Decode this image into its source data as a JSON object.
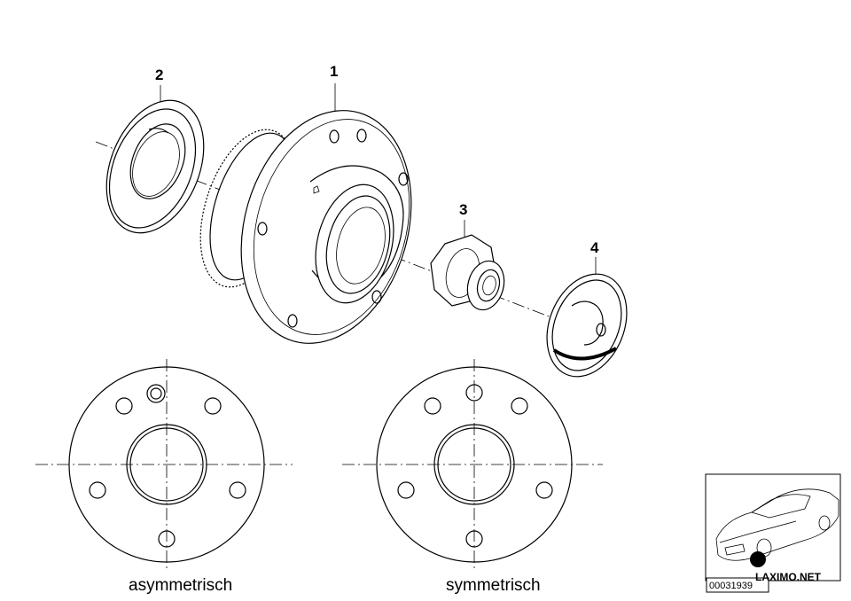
{
  "callouts": [
    {
      "id": "1",
      "label": "1"
    },
    {
      "id": "2",
      "label": "2"
    },
    {
      "id": "3",
      "label": "3"
    },
    {
      "id": "4",
      "label": "4"
    }
  ],
  "captions": {
    "left": "asymmetrisch",
    "right": "symmetrisch"
  },
  "thumbnail": {
    "drawing_number": "00031939",
    "watermark": "LAXIMO.NET"
  },
  "colors": {
    "line": "#000000",
    "background": "#ffffff",
    "marker": "#000000"
  }
}
